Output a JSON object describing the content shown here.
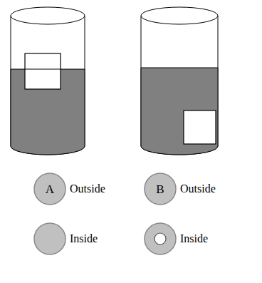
{
  "diagram": {
    "nodes": [
      {
        "text": [
          "A"
        ]
      },
      {
        "text": [
          "B"
        ]
      }
    ],
    "labels": [
      "Outside",
      "Outside",
      "Inside",
      "Inside"
    ]
  }
}
